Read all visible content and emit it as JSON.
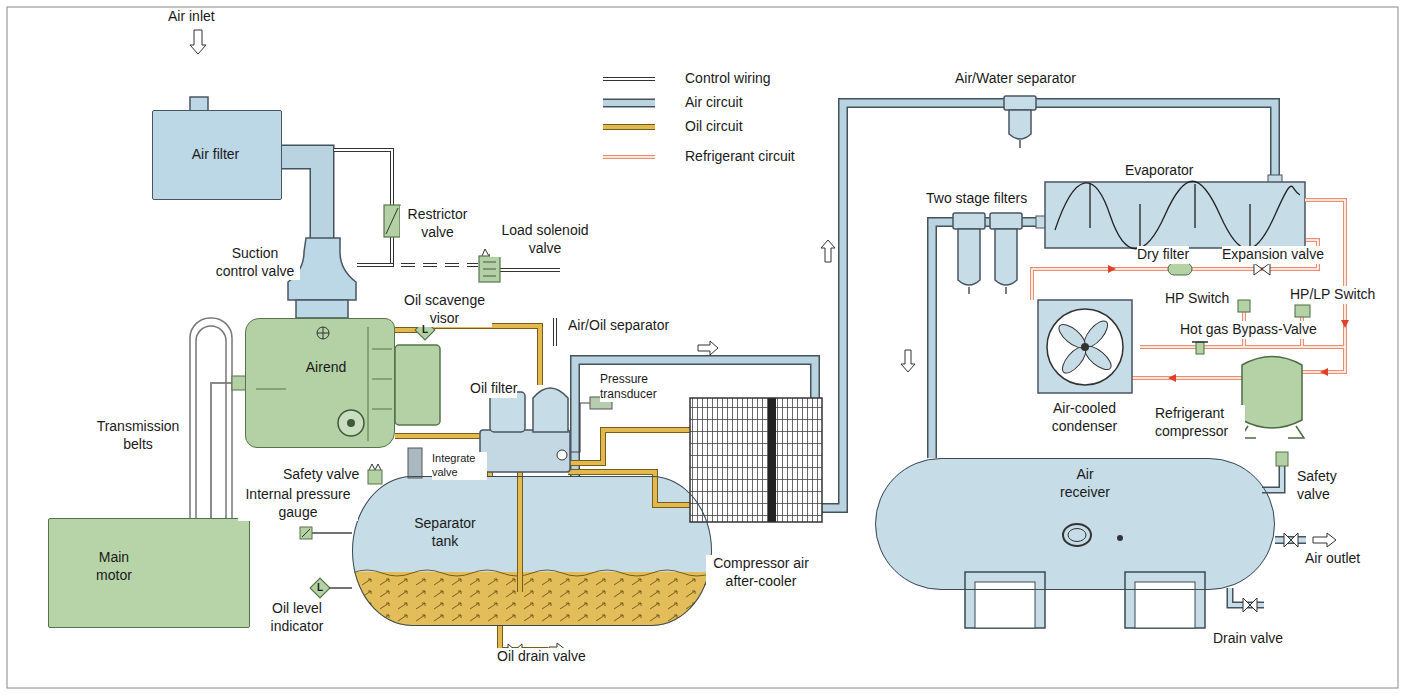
{
  "diagram": {
    "nodes": [
      {
        "text": [
          "Air filter"
        ]
      },
      {
        "text": [
          "Airend"
        ]
      },
      {
        "text": [
          "Air receiver"
        ]
      },
      {
        "text": [
          "Separator tank"
        ]
      },
      {
        "text": [
          "Main motor"
        ]
      }
    ],
    "edges": [
      {
        "from": 0,
        "to": 1,
        "arrow": "none"
      },
      {
        "from": 4,
        "to": 1,
        "arrow": "none"
      },
      {
        "from": 3,
        "to": 1,
        "arrow": "none"
      },
      {
        "from": 3,
        "to": 2,
        "arrow": "none"
      }
    ],
    "labels": [
      "Air inlet",
      "Restrictor valve",
      "Load solenoid valve",
      "Suction control valve",
      "Oil scavenge visor",
      "L",
      "Air/Oil separator",
      "Oil filter",
      "Pressure transducer",
      "Transmission belts",
      "Safety valve",
      "Integrate valve",
      "Internal pressure gauge",
      "L",
      "Oil level indicator",
      "Oil drain valve",
      "Compressor air after-cooler",
      "Air/Water separator",
      "Two stage filters",
      "Evaporator",
      "Dry filter",
      "Expansion valve",
      "HP Switch",
      "HP/LP Switch",
      "Hot gas Bypass-Valve",
      "Air-cooled condenser",
      "Refrigerant compressor",
      "Safety valve",
      "Air outlet",
      "Drain valve"
    ],
    "legend": [
      {
        "text": "Control wiring"
      },
      {
        "text": "Air circuit"
      },
      {
        "text": "Oil circuit"
      },
      {
        "text": "Refrigerant circuit"
      }
    ]
  }
}
